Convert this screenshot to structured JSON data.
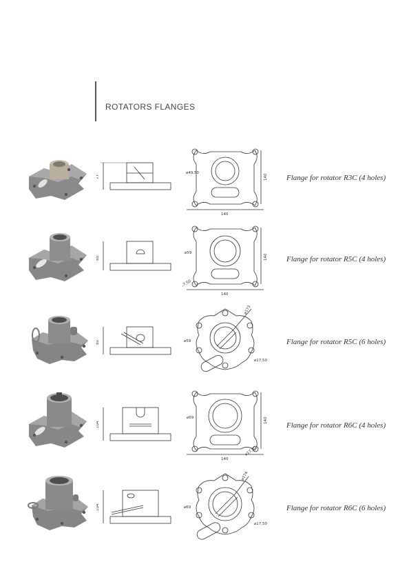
{
  "header": {
    "title": "ROTATORS FLANGES"
  },
  "rows": [
    {
      "label": "Flange for rotator R3C (4 holes)",
      "height_dim": "77",
      "width_dim": "140",
      "side_dim": "140",
      "bore_dim": "⌀49,50",
      "hole_dim": ""
    },
    {
      "label": "Flange for rotator R5C (4 holes)",
      "height_dim": "80",
      "width_dim": "140",
      "side_dim": "140",
      "bore_dim": "⌀59",
      "hole_dim": "⌀17,50"
    },
    {
      "label": "Flange for rotator R5C (6 holes)",
      "height_dim": "80",
      "width_dim": "",
      "side_dim": "",
      "bore_dim": "⌀59",
      "hole_dim": "⌀17,50",
      "top_dim": "⌀173"
    },
    {
      "label": "Flange for rotator R6C (4 holes)",
      "height_dim": "104",
      "width_dim": "140",
      "side_dim": "140",
      "bore_dim": "⌀69",
      "hole_dim": "⌀17,50"
    },
    {
      "label": "Flange for rotator R6C (6 holes)",
      "height_dim": "104",
      "width_dim": "",
      "side_dim": "",
      "bore_dim": "⌀69",
      "hole_dim": "⌀17,50",
      "top_dim": "⌀174"
    }
  ]
}
